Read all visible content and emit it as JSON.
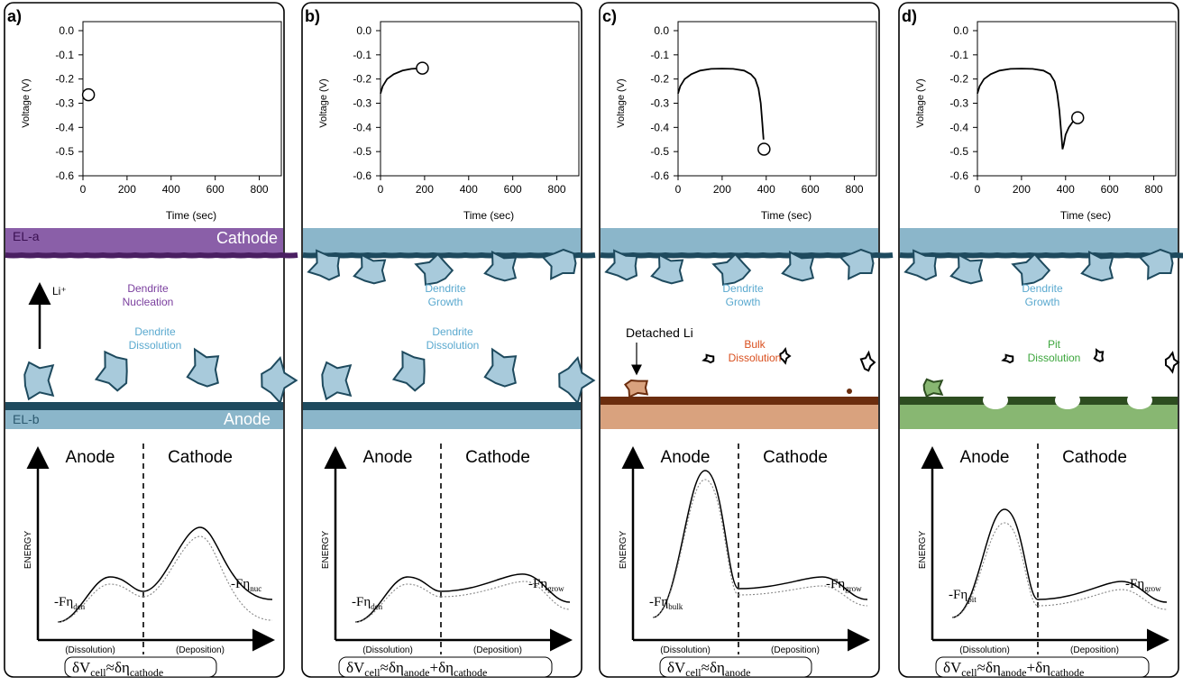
{
  "panels": [
    {
      "id": "a",
      "label": "a)",
      "trace": [
        [
          0,
          -0.26
        ]
      ],
      "marker": [
        25,
        -0.265
      ],
      "electrode_top_label": "EL-a",
      "cathode_label": "Cathode",
      "electrode_bottom_label": "EL-b",
      "anode_label": "Anode",
      "arrow_label": "Li⁺",
      "process_top": [
        "Dendrite",
        "Nucleation"
      ],
      "process_bottom": [
        "Dendrite",
        "Dissolution"
      ],
      "energy_sub_left": "den",
      "energy_right_label": "-Fη",
      "energy_right_sub": "nuc",
      "formula": {
        "main": "δV",
        "sub1": "cell",
        "approx": "≈δη",
        "sub2": "cathode",
        "plus": "",
        "sub3": ""
      }
    },
    {
      "id": "b",
      "label": "b)",
      "marker": [
        190,
        -0.155
      ],
      "process_top": [
        "Dendrite",
        "Growth"
      ],
      "process_bottom": [
        "Dendrite",
        "Dissolution"
      ],
      "energy_sub_left": "den",
      "energy_right_label": "-Fη",
      "energy_right_sub": "grow",
      "formula": {
        "main": "δV",
        "sub1": "cell",
        "approx": "≈δη",
        "sub2": "anode",
        "plus": "+δη",
        "sub3": "cathode"
      }
    },
    {
      "id": "c",
      "label": "c)",
      "marker": [
        390,
        -0.49
      ],
      "process_top": [
        "Dendrite",
        "Growth"
      ],
      "process_bottom": [
        "Bulk",
        "Dissolution"
      ],
      "detached_label": "Detached Li",
      "energy_sub_left": "bulk",
      "energy_right_label": "-Fη",
      "energy_right_sub": "grow",
      "formula": {
        "main": "δV",
        "sub1": "cell",
        "approx": "≈δη",
        "sub2": "anode",
        "plus": "",
        "sub3": ""
      }
    },
    {
      "id": "d",
      "label": "d)",
      "marker": [
        455,
        -0.36
      ],
      "process_top": [
        "Dendrite",
        "Growth"
      ],
      "process_bottom": [
        "Pit",
        "Dissolution"
      ],
      "energy_sub_left": "pit",
      "energy_right_label": "-Fη",
      "energy_right_sub": "grow",
      "formula": {
        "main": "δV",
        "sub1": "cell",
        "approx": "≈δη",
        "sub2": "anode",
        "plus": "+δη",
        "sub3": "cathode"
      }
    }
  ],
  "chart_data": [
    {
      "type": "line",
      "panel": "a",
      "xlabel": "Time (sec)",
      "ylabel": "Voltage (V)",
      "xlim": [
        0,
        900
      ],
      "ylim": [
        -0.6,
        0.0
      ],
      "xticks": [
        0,
        200,
        400,
        600,
        800
      ],
      "yticks": [
        "0.0",
        "-0.1",
        "-0.2",
        "-0.3",
        "-0.4",
        "-0.5",
        "-0.6"
      ],
      "series": [
        {
          "x": [],
          "y": []
        }
      ],
      "marker": {
        "x": 25,
        "y": -0.265
      }
    },
    {
      "type": "line",
      "panel": "b",
      "xlabel": "Time (sec)",
      "ylabel": "Voltage (V)",
      "xlim": [
        0,
        900
      ],
      "ylim": [
        -0.6,
        0.0
      ],
      "xticks": [
        0,
        200,
        400,
        600,
        800
      ],
      "yticks": [
        "0.0",
        "-0.1",
        "-0.2",
        "-0.3",
        "-0.4",
        "-0.5",
        "-0.6"
      ],
      "series": [
        {
          "x": [
            0,
            10,
            30,
            60,
            100,
            140,
            190
          ],
          "y": [
            -0.26,
            -0.23,
            -0.2,
            -0.18,
            -0.165,
            -0.158,
            -0.155
          ]
        }
      ],
      "marker": {
        "x": 190,
        "y": -0.155
      }
    },
    {
      "type": "line",
      "panel": "c",
      "xlabel": "Time (sec)",
      "ylabel": "Voltage (V)",
      "xlim": [
        0,
        900
      ],
      "ylim": [
        -0.6,
        0.0
      ],
      "xticks": [
        0,
        200,
        400,
        600,
        800
      ],
      "yticks": [
        "0.0",
        "-0.1",
        "-0.2",
        "-0.3",
        "-0.4",
        "-0.5",
        "-0.6"
      ],
      "series": [
        {
          "x": [
            0,
            10,
            30,
            60,
            100,
            150,
            200,
            250,
            300,
            330,
            350,
            365,
            375,
            382,
            388
          ],
          "y": [
            -0.26,
            -0.23,
            -0.2,
            -0.18,
            -0.165,
            -0.158,
            -0.157,
            -0.158,
            -0.165,
            -0.18,
            -0.2,
            -0.24,
            -0.3,
            -0.38,
            -0.45
          ]
        }
      ],
      "marker": {
        "x": 390,
        "y": -0.49
      }
    },
    {
      "type": "line",
      "panel": "d",
      "xlabel": "Time (sec)",
      "ylabel": "Voltage (V)",
      "xlim": [
        0,
        900
      ],
      "ylim": [
        -0.6,
        0.0
      ],
      "xticks": [
        0,
        200,
        400,
        600,
        800
      ],
      "yticks": [
        "0.0",
        "-0.1",
        "-0.2",
        "-0.3",
        "-0.4",
        "-0.5",
        "-0.6"
      ],
      "series": [
        {
          "x": [
            0,
            10,
            30,
            60,
            100,
            150,
            200,
            250,
            300,
            330,
            350,
            362,
            372,
            380,
            386,
            392,
            400,
            415,
            430,
            445
          ],
          "y": [
            -0.26,
            -0.23,
            -0.2,
            -0.18,
            -0.165,
            -0.158,
            -0.157,
            -0.158,
            -0.165,
            -0.18,
            -0.21,
            -0.26,
            -0.33,
            -0.42,
            -0.49,
            -0.47,
            -0.43,
            -0.4,
            -0.38,
            -0.365
          ]
        }
      ],
      "marker": {
        "x": 455,
        "y": -0.36
      }
    }
  ],
  "energy": {
    "ylabel": "ENERGY",
    "anode": "Anode",
    "cathode": "Cathode",
    "dissolution": "(Dissolution)",
    "deposition": "(Deposition)",
    "left_prefix": "-Fη"
  },
  "colors": {
    "purple": "#8a5fa8",
    "purple_dark": "#4a1f62",
    "blue": "#a8cadb",
    "blue_mid": "#8bb6ca",
    "blue_dark": "#1e4a5e",
    "brown": "#d9a27e",
    "brown_dark": "#6b2d0e",
    "green": "#88b772",
    "green_dark": "#2d4d20",
    "orange_text": "#d94f1e",
    "green_text": "#3ca63c",
    "purple_text": "#7a3e9e",
    "blue_text": "#5aa9cf"
  }
}
